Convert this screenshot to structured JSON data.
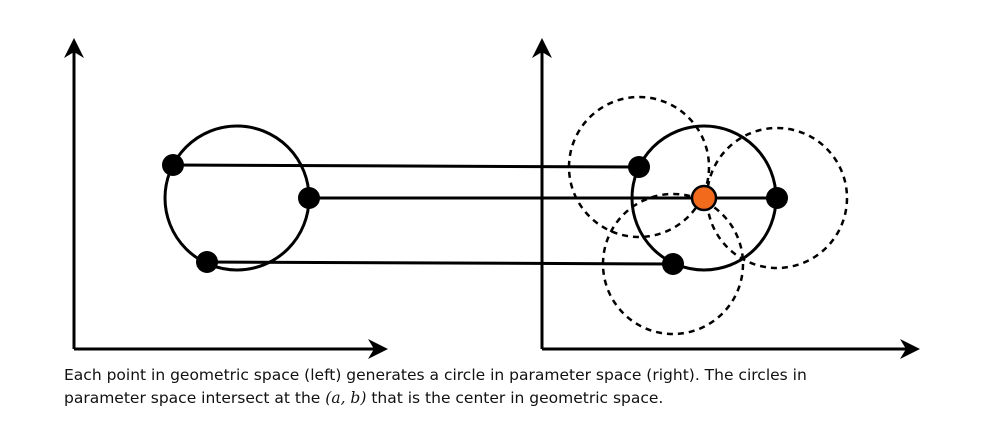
{
  "caption": {
    "line1": "Each point in geometric space (left) generates a circle in parameter space (right).  The circles in",
    "line2_before": "parameter space intersect at the ",
    "line2_math": "(a, b)",
    "line2_after": " that is the center in geometric space."
  },
  "colors": {
    "stroke": "#000000",
    "point": "#000000",
    "center_point": "#f26a1b"
  }
}
